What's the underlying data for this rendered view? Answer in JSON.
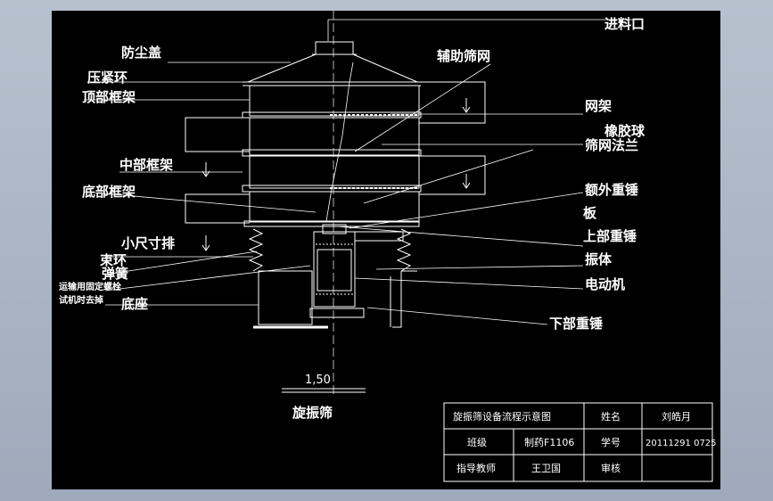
{
  "labels": {
    "dust_cover": "防尘盖",
    "clamp_ring": "压紧环",
    "top_frame": "顶部框架",
    "middle_frame": "中部框架",
    "bottom_frame": "底部框架",
    "small_outlet": "小尺寸排",
    "spring_left": "弹簧",
    "spring_overlap": "束环",
    "transport_note": "运输用固定螺栓",
    "trial_note": "试机时去掉",
    "base": "底座",
    "feed_inlet": "进料口",
    "aux_mesh": "辅助筛网",
    "mesh_frame": "网架",
    "rubber_ball": "橡胶球",
    "mesh_flange": "筛网法兰",
    "extra_weight": "额外重锤",
    "plate": "板",
    "upper_weight": "上部重锤",
    "vibrator": "振体",
    "motor": "电动机",
    "lower_weight": "下部重锤",
    "scale": "1,50",
    "drawing_name": "旋振筛"
  },
  "title_block": {
    "r1c1": "旋振筛设备流程示意图",
    "r1c2": "姓名",
    "r1c3": "刘皓月",
    "r2c1": "班级",
    "r2c2": "制药F1106",
    "r2c3": "学号",
    "r2c4": "20111291 0725",
    "r3c1": "指导教师",
    "r3c2": "王卫国",
    "r3c3": "审核"
  }
}
